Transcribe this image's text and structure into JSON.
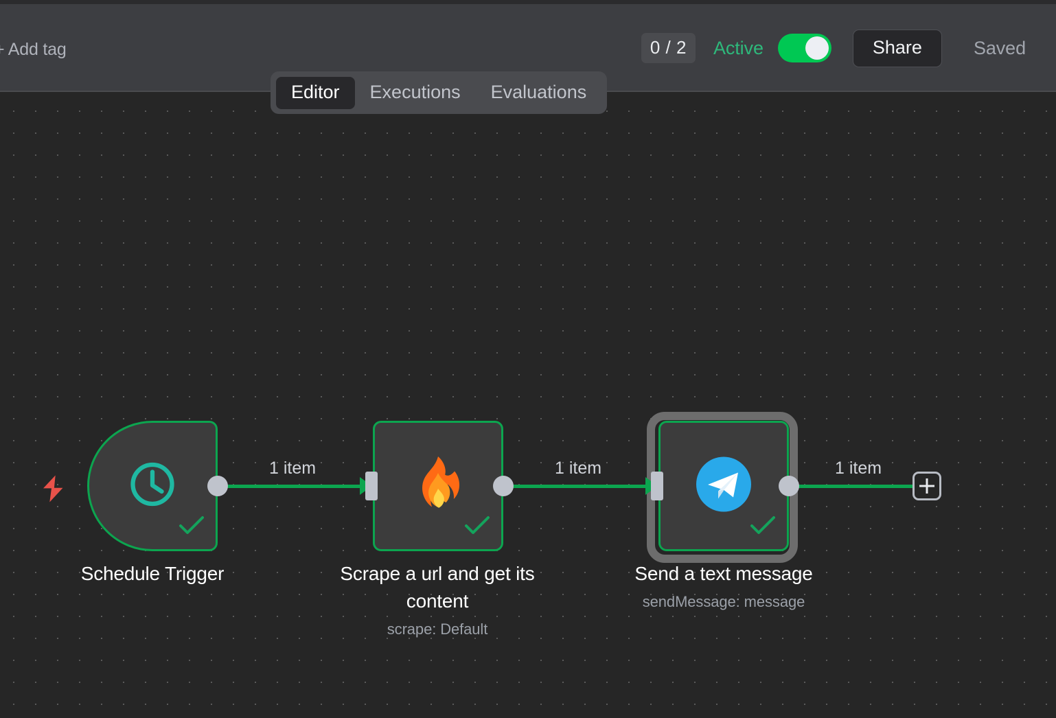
{
  "header": {
    "add_tag_label": "+ Add tag",
    "execution_count": "0 / 2",
    "active_label": "Active",
    "active_toggle_state": "on",
    "share_label": "Share",
    "saved_label": "Saved",
    "accent_green": "#00c853",
    "active_text_color": "#2eb87b"
  },
  "tabs": {
    "items": [
      {
        "label": "Editor",
        "active": true
      },
      {
        "label": "Executions",
        "active": false
      },
      {
        "label": "Evaluations",
        "active": false
      }
    ]
  },
  "canvas": {
    "background": "#262626",
    "grid_dot_color": "#5a5a5a",
    "trigger_bolt_color": "#e8524a",
    "node_border_color": "#0ca54f",
    "node_body_color": "#3c3c3c",
    "selection_ring_color": "#6d6d6d",
    "nodes": [
      {
        "id": "schedule-trigger",
        "title": "Schedule Trigger",
        "subtitle": "",
        "icon": "clock-icon",
        "icon_color": "#1fb8a2",
        "status": "success",
        "is_trigger": true,
        "selected": false
      },
      {
        "id": "firecrawl-scrape",
        "title": "Scrape a url and get its content",
        "subtitle": "scrape: Default",
        "icon": "fire-icon",
        "icon_color": "#ff7a1a",
        "status": "success",
        "is_trigger": false,
        "selected": false
      },
      {
        "id": "telegram-send-message",
        "title": "Send a text message",
        "subtitle": "sendMessage: message",
        "icon": "telegram-icon",
        "icon_color": "#29a9ea",
        "status": "success",
        "is_trigger": false,
        "selected": true
      }
    ],
    "connections": [
      {
        "from": "schedule-trigger",
        "to": "firecrawl-scrape",
        "label": "1 item"
      },
      {
        "from": "firecrawl-scrape",
        "to": "telegram-send-message",
        "label": "1 item"
      },
      {
        "from": "telegram-send-message",
        "to": "add-node",
        "label": "1 item"
      }
    ],
    "add_node_button": "+"
  }
}
